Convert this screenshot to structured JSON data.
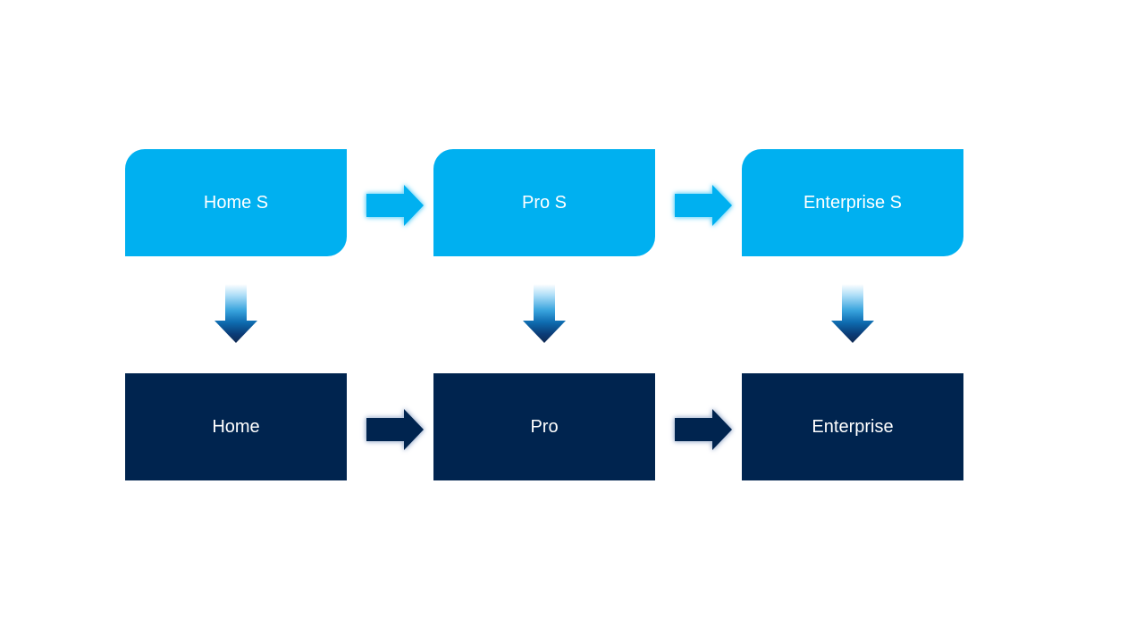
{
  "diagram": {
    "top_row": [
      {
        "label": "Home S"
      },
      {
        "label": "Pro S"
      },
      {
        "label": "Enterprise S"
      }
    ],
    "bottom_row": [
      {
        "label": "Home"
      },
      {
        "label": "Pro"
      },
      {
        "label": "Enterprise"
      }
    ],
    "icons": {
      "horizontal_connector": "right-arrow-icon",
      "vertical_connector": "down-arrow-icon"
    }
  },
  "colors": {
    "background": "#ffffff",
    "cyan": "#00b0f0",
    "navy": "#00244f",
    "text": "#ffffff",
    "cyan_glow": "#7fd9f9",
    "navy_glow": "#b0bfd8",
    "down_arrow_gradient": [
      "#ffffff",
      "#aadcf7",
      "#38a3dd",
      "#0e6cb0",
      "#0b3c77",
      "#112a52"
    ]
  }
}
